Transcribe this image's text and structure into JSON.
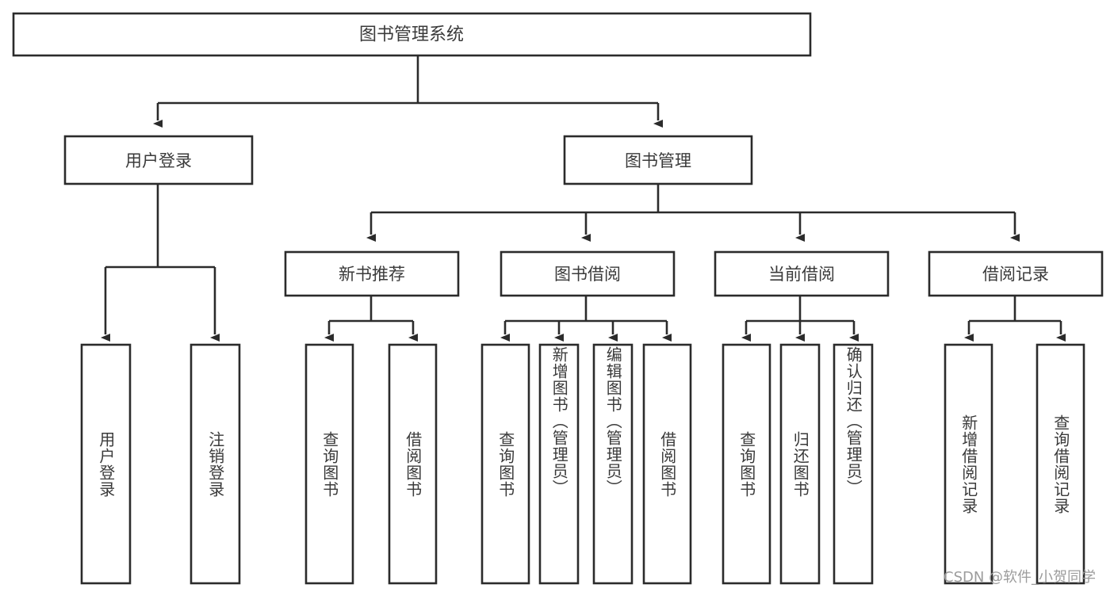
{
  "diagram": {
    "type": "tree-hierarchy-diagram",
    "title": "图书管理系统",
    "background_color": "#ffffff",
    "line_color": "#2b2b2b",
    "text_color": "#3a3a3a"
  },
  "nodes": {
    "root": {
      "label": "图书管理系统",
      "level": 0
    },
    "level1": [
      {
        "id": "user-login",
        "label": "用户登录"
      },
      {
        "id": "book-management",
        "label": "图书管理"
      }
    ],
    "level2": [
      {
        "id": "new-book-recommend",
        "label": "新书推荐",
        "parent": "book-management"
      },
      {
        "id": "book-borrow",
        "label": "图书借阅",
        "parent": "book-management"
      },
      {
        "id": "current-borrow",
        "label": "当前借阅",
        "parent": "book-management"
      },
      {
        "id": "borrow-record",
        "label": "借阅记录",
        "parent": "book-management"
      }
    ],
    "leaves": [
      {
        "id": "leaf-user-login",
        "label": "用户登录",
        "parent": "user-login"
      },
      {
        "id": "leaf-user-logout",
        "label": "注销登录",
        "parent": "user-login"
      },
      {
        "id": "leaf-query-book-1",
        "label": "查询图书",
        "parent": "new-book-recommend"
      },
      {
        "id": "leaf-borrow-book-1",
        "label": "借阅图书",
        "parent": "new-book-recommend"
      },
      {
        "id": "leaf-query-book-2",
        "label": "查询图书",
        "parent": "book-borrow"
      },
      {
        "id": "leaf-add-book",
        "label": "新增图书（管理员）",
        "parent": "book-borrow"
      },
      {
        "id": "leaf-edit-book",
        "label": "编辑图书（管理员）",
        "parent": "book-borrow"
      },
      {
        "id": "leaf-borrow-book-2",
        "label": "借阅图书",
        "parent": "book-borrow"
      },
      {
        "id": "leaf-query-book-3",
        "label": "查询图书",
        "parent": "current-borrow"
      },
      {
        "id": "leaf-return-book",
        "label": "归还图书",
        "parent": "current-borrow"
      },
      {
        "id": "leaf-confirm-return",
        "label": "确认归还（管理员）",
        "parent": "current-borrow"
      },
      {
        "id": "leaf-add-record",
        "label": "新增借阅记录",
        "parent": "borrow-record"
      },
      {
        "id": "leaf-query-record",
        "label": "查询借阅记录",
        "parent": "borrow-record"
      }
    ]
  },
  "watermark": {
    "text": "CSDN @软件_小贺同学"
  }
}
